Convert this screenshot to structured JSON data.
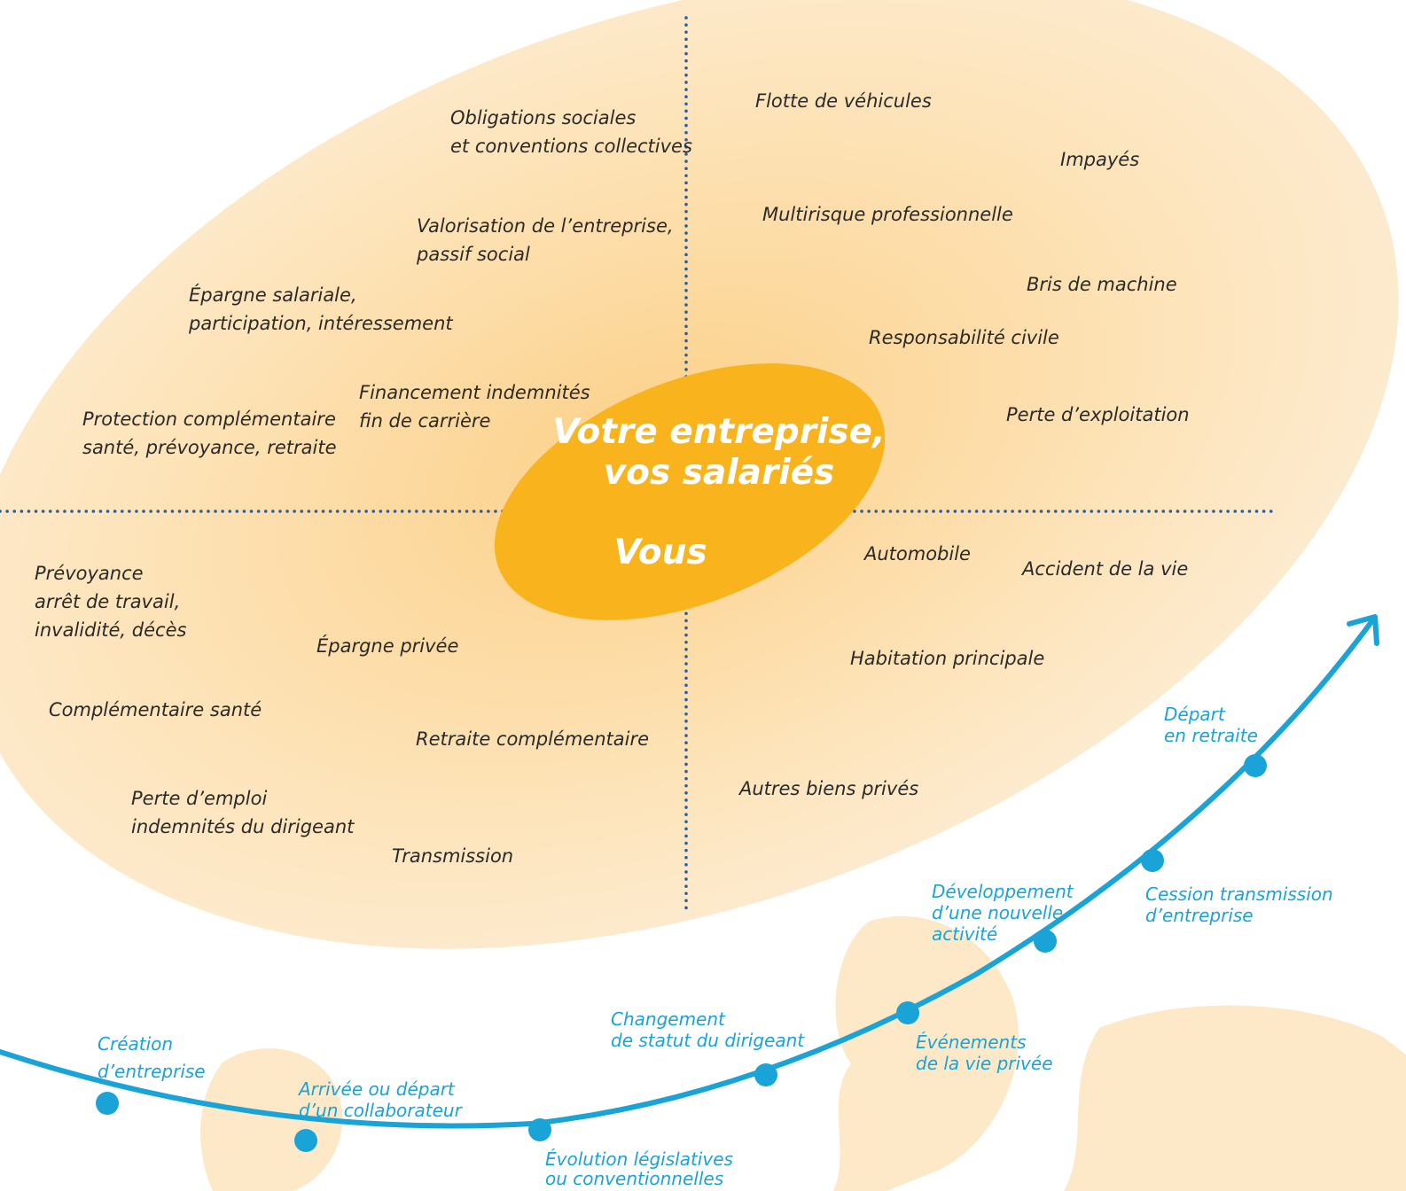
{
  "center": {
    "title_line1": "Votre entreprise,",
    "title_line2": "vos salariés",
    "subtitle": "Vous"
  },
  "quadrants": {
    "entreprise_salaries": [
      {
        "lines": [
          "Obligations sociales",
          "et conventions collectives"
        ]
      },
      {
        "lines": [
          "Valorisation de l’entreprise,",
          "passif social"
        ]
      },
      {
        "lines": [
          "Épargne salariale,",
          "participation, intéressement"
        ]
      },
      {
        "lines": [
          "Financement indemnités",
          "fin de carrière"
        ]
      },
      {
        "lines": [
          "Protection complémentaire",
          "santé, prévoyance, retraite"
        ]
      }
    ],
    "entreprise_biens": [
      {
        "lines": [
          "Flotte de véhicules"
        ]
      },
      {
        "lines": [
          "Impayés"
        ]
      },
      {
        "lines": [
          "Multirisque professionnelle"
        ]
      },
      {
        "lines": [
          "Bris de machine"
        ]
      },
      {
        "lines": [
          "Responsabilité civile"
        ]
      },
      {
        "lines": [
          "Perte d’exploitation"
        ]
      }
    ],
    "vous_personnes": [
      {
        "lines": [
          "Prévoyance",
          "arrêt de travail,",
          "invalidité, décès"
        ]
      },
      {
        "lines": [
          "Épargne privée"
        ]
      },
      {
        "lines": [
          "Complémentaire santé"
        ]
      },
      {
        "lines": [
          "Retraite complémentaire"
        ]
      },
      {
        "lines": [
          "Perte d’emploi",
          "indemnités du dirigeant"
        ]
      },
      {
        "lines": [
          "Transmission"
        ]
      }
    ],
    "vous_biens": [
      {
        "lines": [
          "Automobile"
        ]
      },
      {
        "lines": [
          "Accident de la vie"
        ]
      },
      {
        "lines": [
          "Habitation principale"
        ]
      },
      {
        "lines": [
          "Autres biens privés"
        ]
      }
    ]
  },
  "timeline": {
    "events": [
      {
        "lines": [
          "Création",
          "d’entreprise"
        ]
      },
      {
        "lines": [
          "Arrivée ou départ",
          "d’un collaborateur"
        ]
      },
      {
        "lines": [
          "Évolution législatives",
          "ou conventionnelles"
        ]
      },
      {
        "lines": [
          "Changement",
          "de statut du dirigeant"
        ]
      },
      {
        "lines": [
          "Événements",
          "de la vie privée"
        ]
      },
      {
        "lines": [
          "Développement",
          "d’une nouvelle",
          "activité"
        ]
      },
      {
        "lines": [
          "Cession transmission",
          "d’entreprise"
        ]
      },
      {
        "lines": [
          "Départ",
          "en retraite"
        ]
      }
    ]
  },
  "colors": {
    "ellipse_center": "#fcd58d",
    "ellipse_edge": "#fdeccf",
    "center_fill": "#f9b31c",
    "timeline": "#1aa3d6",
    "text": "#2a2a2a",
    "dotted": "#2a5aa0"
  }
}
